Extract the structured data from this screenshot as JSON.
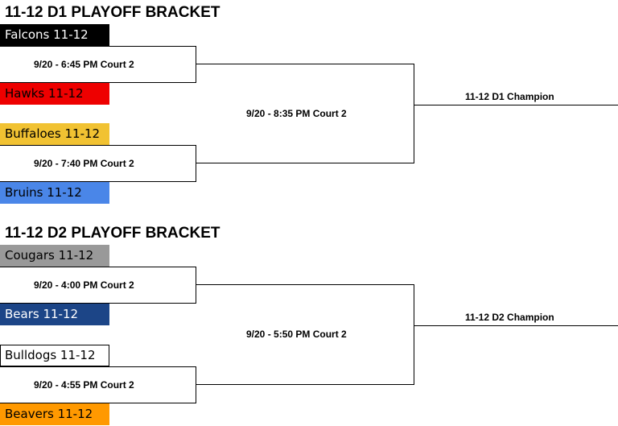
{
  "d1": {
    "title": "11-12 D1 PLAYOFF BRACKET",
    "teams": [
      {
        "name": "Falcons 11-12",
        "color": "#000000",
        "text_color": "#ffffff"
      },
      {
        "name": "Hawks 11-12",
        "color": "#ee0000",
        "text_color": "#000000"
      },
      {
        "name": "Buffaloes 11-12",
        "color": "#f1c232",
        "text_color": "#000000"
      },
      {
        "name": "Bruins 11-12",
        "color": "#4a86e8",
        "text_color": "#000000"
      }
    ],
    "games": [
      "9/20 - 6:45 PM Court 2",
      "9/20 - 7:40 PM Court 2"
    ],
    "final": "9/20 - 8:35 PM Court 2",
    "champion": "11-12 D1 Champion"
  },
  "d2": {
    "title": "11-12 D2 PLAYOFF BRACKET",
    "teams": [
      {
        "name": "Cougars 11-12",
        "color": "#999999",
        "text_color": "#000000"
      },
      {
        "name": "Bears 11-12",
        "color": "#1c4587",
        "text_color": "#ffffff"
      },
      {
        "name": "Bulldogs 11-12",
        "color": "#ffffff",
        "text_color": "#000000"
      },
      {
        "name": "Beavers 11-12",
        "color": "#ff9900",
        "text_color": "#000000"
      }
    ],
    "games": [
      "9/20 - 4:00 PM Court 2",
      "9/20 - 4:55 PM Court 2"
    ],
    "final": "9/20 - 5:50 PM Court 2",
    "champion": "11-12 D2 Champion"
  }
}
